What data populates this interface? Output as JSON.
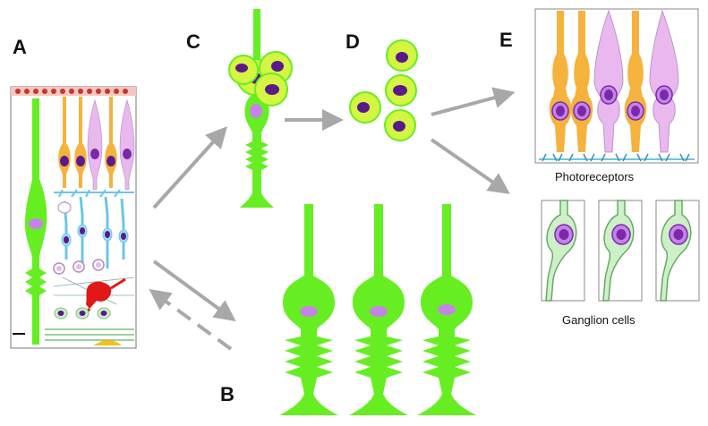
{
  "panels": {
    "a": "A",
    "b": "B",
    "c": "C",
    "d": "D",
    "e": "E"
  },
  "captions": {
    "photoreceptors": "Photoreceptors",
    "ganglion": "Ganglion cells"
  },
  "colors": {
    "muller_green": "#66ee22",
    "stem_cell_green": "#d4f542",
    "nucleus_purple": "#5a1a8a",
    "nucleus_pink": "#b873e0",
    "rod_orange": "#f5b23c",
    "cone_pink": "#e8b8ee",
    "ganglion_green": "#cdf0c8",
    "arrow_gray": "#a8a8a8",
    "bipolar_blue": "#6cc6e6",
    "red_cell": "#e01818"
  },
  "icons": {
    "arrow": "arrow-right-icon",
    "dashed_arrow": "dashed-arrow-icon"
  }
}
